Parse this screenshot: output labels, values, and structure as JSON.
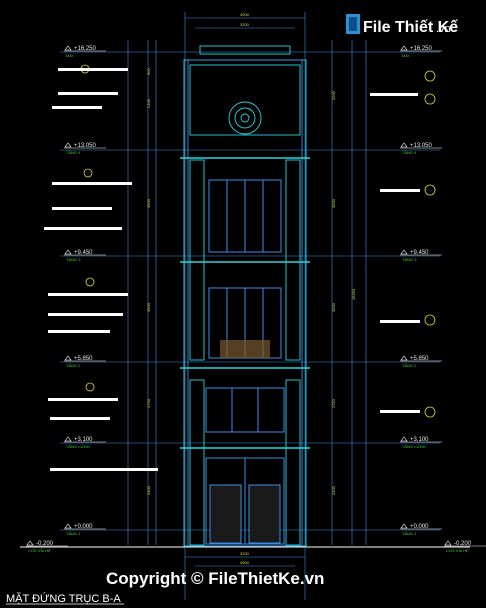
{
  "logo": {
    "text": "File Thiết Kế",
    "suffix": ".vn",
    "mark_color": "#2f8ecf"
  },
  "title": "MẶT ĐỨNG TRỤC B-A",
  "copyright": "Copyright © FileThietKe.vn",
  "colors": {
    "line": "#3b8fe6",
    "cyan": "#24d8e0",
    "green": "#2bd22b",
    "yellow": "#dddd33",
    "white": "#ffffff"
  },
  "left_levels": [
    {
      "value": "+16.250",
      "sub": "MÁI"
    },
    {
      "value": "+13.050",
      "sub": "TẦNG 4"
    },
    {
      "value": "+9.450",
      "sub": "TẦNG 3"
    },
    {
      "value": "+5.850",
      "sub": "TẦNG 2"
    },
    {
      "value": "+3.100",
      "sub": "TẦNG LỬNG"
    },
    {
      "value": "+0.000",
      "sub": "TẦNG 1"
    },
    {
      "value": "-0.200",
      "sub": "COS VỈA HÈ"
    }
  ],
  "right_levels": [
    {
      "value": "+16.250",
      "sub": "MÁI"
    },
    {
      "value": "+13.050",
      "sub": "TẦNG 4"
    },
    {
      "value": "+9.450",
      "sub": "TẦNG 3"
    },
    {
      "value": "+5.850",
      "sub": "TẦNG 2"
    },
    {
      "value": "+3.100",
      "sub": "TẦNG LỬNG"
    },
    {
      "value": "+0.000",
      "sub": "TẦNG 1"
    },
    {
      "value": "-0.200",
      "sub": "COS VỈA HÈ"
    }
  ],
  "top_dims": [
    "4900",
    "3200"
  ],
  "bottom_dims": [
    "3200",
    "4900"
  ]
}
